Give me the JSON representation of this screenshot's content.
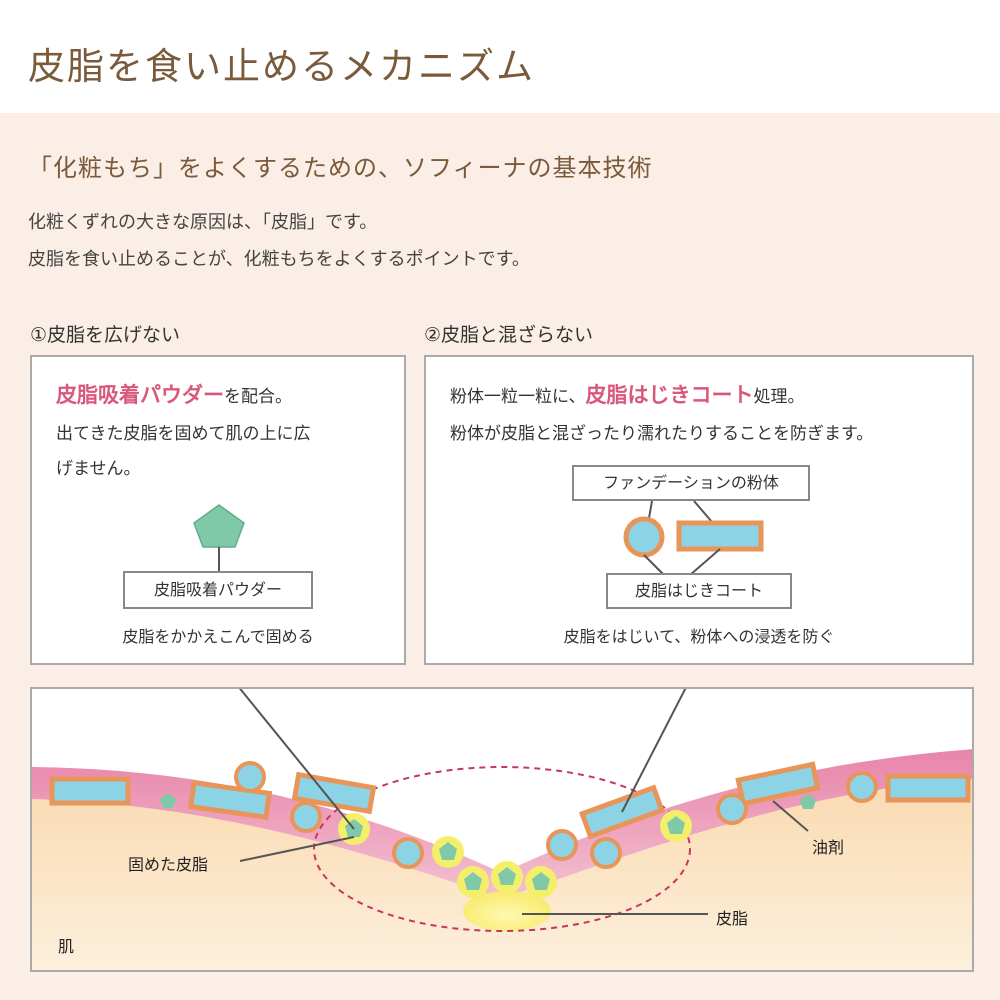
{
  "header": {
    "title": "皮脂を食い止めるメカニズム"
  },
  "subtitle": "「化粧もち」をよくするための、ソフィーナの基本技術",
  "intro": {
    "line1": "化粧くずれの大きな原因は、「皮脂」です。",
    "line2": "皮脂を食い止めることが、化粧もちをよくするポイントです。"
  },
  "panel1": {
    "heading": "①皮脂を広げない",
    "highlight": "皮脂吸着パウダー",
    "text_after_highlight": "を配合。",
    "line2": "出てきた皮脂を固めて肌の上に広",
    "line3": "げません。",
    "icon_label": "皮脂吸着パウダー",
    "caption": "皮脂をかかえこんで固める"
  },
  "panel2": {
    "heading": "②皮脂と混ざらない",
    "text_before_highlight": "粉体一粒一粒に、",
    "highlight": "皮脂はじきコート",
    "text_after_highlight": "処理。",
    "line2": "粉体が皮脂と混ざったり濡れたりすることを防ぎます。",
    "top_label": "ファンデーションの粉体",
    "bottom_label": "皮脂はじきコート",
    "caption": "皮脂をはじいて、粉体への浸透を防ぐ"
  },
  "diagram": {
    "label_solidified": "固めた皮脂",
    "label_oil": "油剤",
    "label_sebum": "皮脂",
    "label_skin": "肌"
  },
  "colors": {
    "accent_pink": "#d9577a",
    "title_brown": "#7a5a3a",
    "powder_green": "#7fc9a8",
    "particle_blue": "#8dd3e6",
    "coat_orange": "#e8955a",
    "oil_layer_pink": "#e783a6",
    "skin": "#f8ce9a",
    "sebum_yellow": "#fbf08a"
  }
}
